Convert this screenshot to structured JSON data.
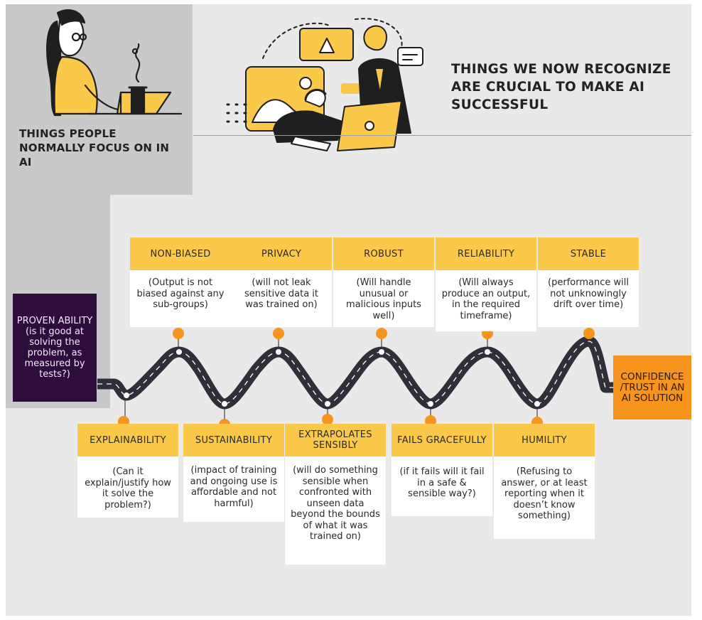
{
  "headings": {
    "left": "THINGS PEOPLE NORMALLY FOCUS ON IN AI",
    "right": "THINGS WE NOW RECOGNIZE ARE CRUCIAL TO MAKE AI SUCCESSFUL"
  },
  "start": "PROVEN ABILITY (is it good at solving the problem, as measured by tests?)",
  "end": "CONFIDENCE /TRUST IN AN AI SOLUTION",
  "top_cards": [
    {
      "title": "NON-BIASED",
      "desc": "(Output is not biased against any sub-groups)"
    },
    {
      "title": "PRIVACY",
      "desc": "(will not leak sensitive data it was trained on)"
    },
    {
      "title": "ROBUST",
      "desc": "(Will handle unusual or malicious inputs well)"
    },
    {
      "title": "RELIABILITY",
      "desc": "(Will always produce an output, in the required timeframe)"
    },
    {
      "title": "STABLE",
      "desc": "(performance will not unknowingly drift over time)"
    }
  ],
  "bottom_cards": [
    {
      "title": "EXPLAINABILITY",
      "desc": "(Can it explain/justify how it solve the problem?)"
    },
    {
      "title": "SUSTAINABILITY",
      "desc": "(impact of training and ongoing use is affordable and not harmful)"
    },
    {
      "title": "EXTRAPOLATES SENSIBLY",
      "desc": "(will do something sensible when confronted with unseen data beyond the bounds of what it was trained on)"
    },
    {
      "title": "FAILS GRACEFULLY",
      "desc": "(if it fails will it fail in a safe & sensible way?)"
    },
    {
      "title": "HUMILITY",
      "desc": "(Refusing to answer, or at least reporting when it doesn’t know something)"
    }
  ],
  "colors": {
    "panel": "#e9e9e9",
    "left_column": "#c9c9cb",
    "card_header": "#fbc94a",
    "dot": "#f7941d",
    "road": "#2f2f3a",
    "start_box": "#2e0d3c",
    "end_box": "#f7941d"
  },
  "illustrations": [
    "woman-laptop-illustration",
    "team-meeting-illustration"
  ]
}
